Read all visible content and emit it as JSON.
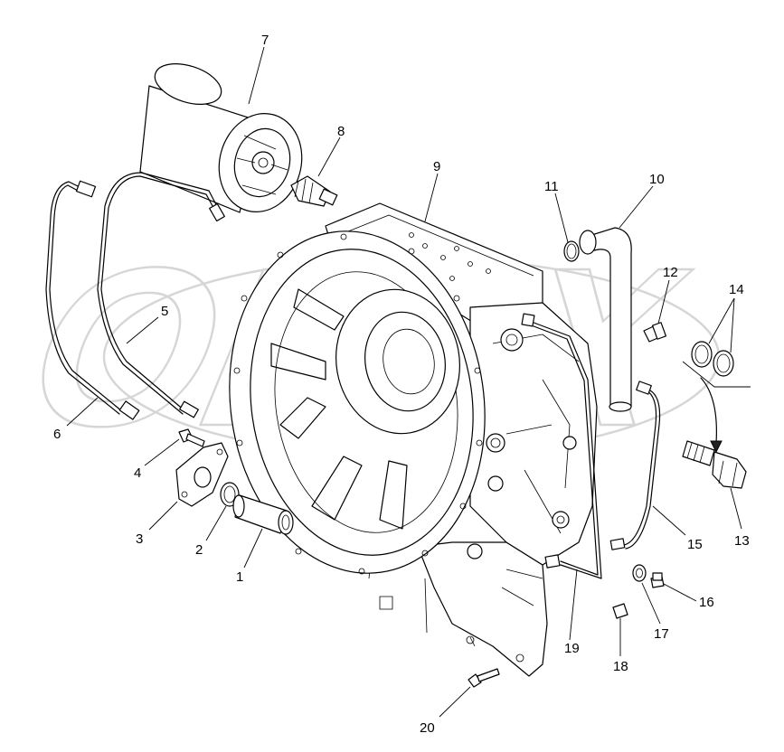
{
  "watermark": "OPEX",
  "callouts": [
    {
      "id": "7",
      "label": "7"
    },
    {
      "id": "8",
      "label": "8"
    },
    {
      "id": "9",
      "label": "9"
    },
    {
      "id": "11",
      "label": "11"
    },
    {
      "id": "10",
      "label": "10"
    },
    {
      "id": "12",
      "label": "12"
    },
    {
      "id": "14",
      "label": "14"
    },
    {
      "id": "5",
      "label": "5"
    },
    {
      "id": "6",
      "label": "6"
    },
    {
      "id": "4",
      "label": "4"
    },
    {
      "id": "3",
      "label": "3"
    },
    {
      "id": "2",
      "label": "2"
    },
    {
      "id": "1",
      "label": "1"
    },
    {
      "id": "15",
      "label": "15"
    },
    {
      "id": "13",
      "label": "13"
    },
    {
      "id": "16",
      "label": "16"
    },
    {
      "id": "17",
      "label": "17"
    },
    {
      "id": "19",
      "label": "19"
    },
    {
      "id": "18",
      "label": "18"
    },
    {
      "id": "20",
      "label": "20"
    }
  ]
}
